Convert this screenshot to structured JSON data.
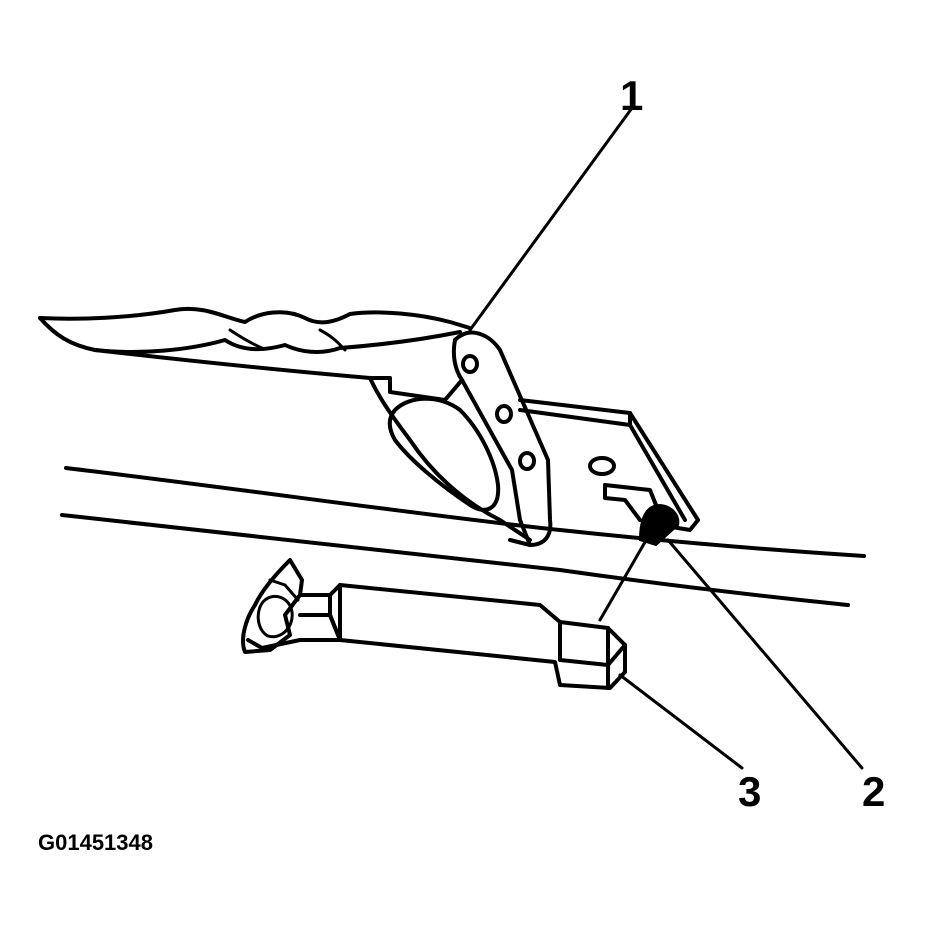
{
  "callouts": {
    "label_1": "1",
    "label_2": "2",
    "label_3": "3"
  },
  "figure_id": "G01451348",
  "colors": {
    "ink": "#000000",
    "paper": "#ffffff"
  }
}
